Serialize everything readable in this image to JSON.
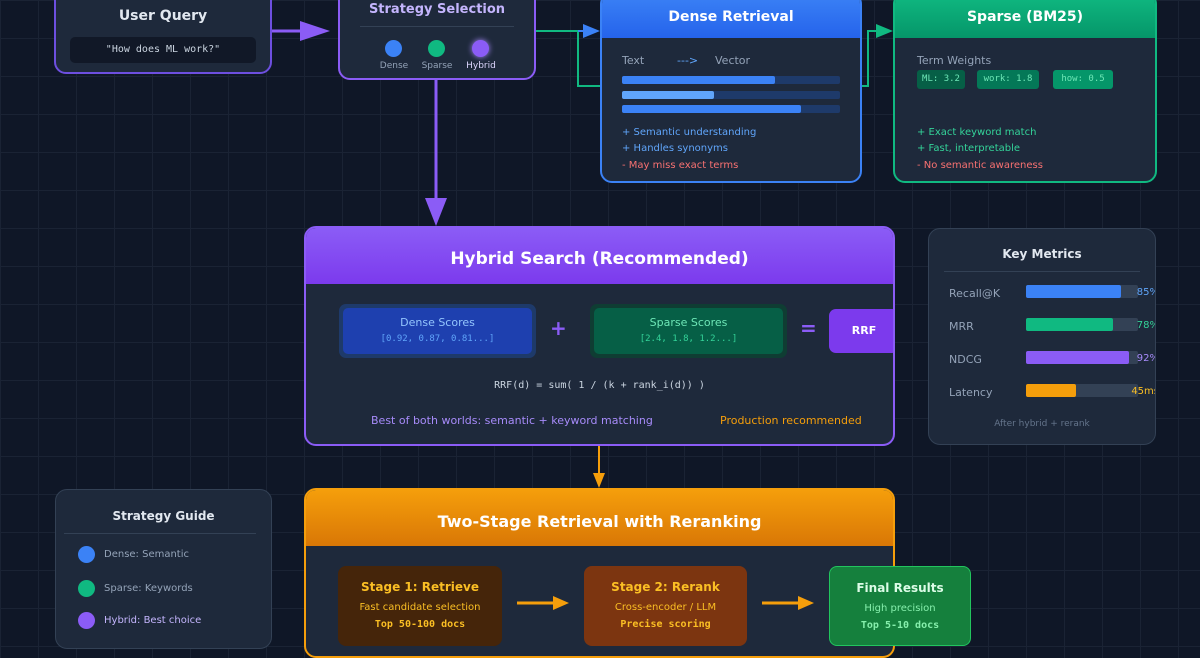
{
  "user_query": {
    "title": "User Query",
    "query": "\"How does ML work?\""
  },
  "strategy_selection": {
    "title": "Strategy Selection",
    "options": [
      {
        "label": "Dense",
        "color": "#3b82f6"
      },
      {
        "label": "Sparse",
        "color": "#10b981"
      },
      {
        "label": "Hybrid",
        "color": "#8b5cf6"
      }
    ]
  },
  "dense": {
    "title": "Dense Retrieval",
    "from": "Text",
    "arrow": "--->",
    "to": "Vector",
    "vector_bars": [
      0.7,
      0.42,
      0.82
    ],
    "points": [
      "+ Semantic understanding",
      "+ Handles synonyms",
      "- May miss exact terms"
    ]
  },
  "sparse": {
    "title": "Sparse (BM25)",
    "subtitle": "Term Weights",
    "terms": [
      "ML: 3.2",
      "work: 1.8",
      "how: 0.5"
    ],
    "points": [
      "+ Exact keyword match",
      "+ Fast, interpretable",
      "- No semantic awareness"
    ]
  },
  "hybrid": {
    "title": "Hybrid Search (Recommended)",
    "dense_label": "Dense Scores",
    "dense_values": "[0.92, 0.87, 0.81...]",
    "plus": "+",
    "sparse_label": "Sparse Scores",
    "sparse_values": "[2.4, 1.8, 1.2...]",
    "equals": "=",
    "result": "RRF",
    "formula": "RRF(d) = sum( 1 / (k + rank_i(d)) )",
    "note_left": "Best of both worlds: semantic + keyword matching",
    "note_right": "Production recommended"
  },
  "metrics": {
    "title": "Key Metrics",
    "items": [
      {
        "name": "Recall@K",
        "value": "85%",
        "fill": 0.85,
        "color": "#3b82f6"
      },
      {
        "name": "MRR",
        "value": "78%",
        "fill": 0.78,
        "color": "#10b981"
      },
      {
        "name": "NDCG",
        "value": "92%",
        "fill": 0.92,
        "color": "#8b5cf6"
      },
      {
        "name": "Latency",
        "value": "45ms",
        "fill": 0.45,
        "color": "#f59e0b"
      }
    ],
    "footer": "After hybrid + rerank"
  },
  "guide": {
    "title": "Strategy Guide",
    "items": [
      {
        "label": "Dense: Semantic",
        "color": "#3b82f6"
      },
      {
        "label": "Sparse: Keywords",
        "color": "#10b981"
      },
      {
        "label": "Hybrid: Best choice",
        "color": "#8b5cf6"
      }
    ]
  },
  "two_stage": {
    "title": "Two-Stage Retrieval with Reranking",
    "stages": [
      {
        "title": "Stage 1: Retrieve",
        "desc": "Fast candidate selection",
        "detail": "Top 50-100 docs"
      },
      {
        "title": "Stage 2: Rerank",
        "desc": "Cross-encoder / LLM",
        "detail": "Precise scoring"
      },
      {
        "title": "Final Results",
        "desc": "High precision",
        "detail": "Top 5-10 docs"
      }
    ]
  }
}
